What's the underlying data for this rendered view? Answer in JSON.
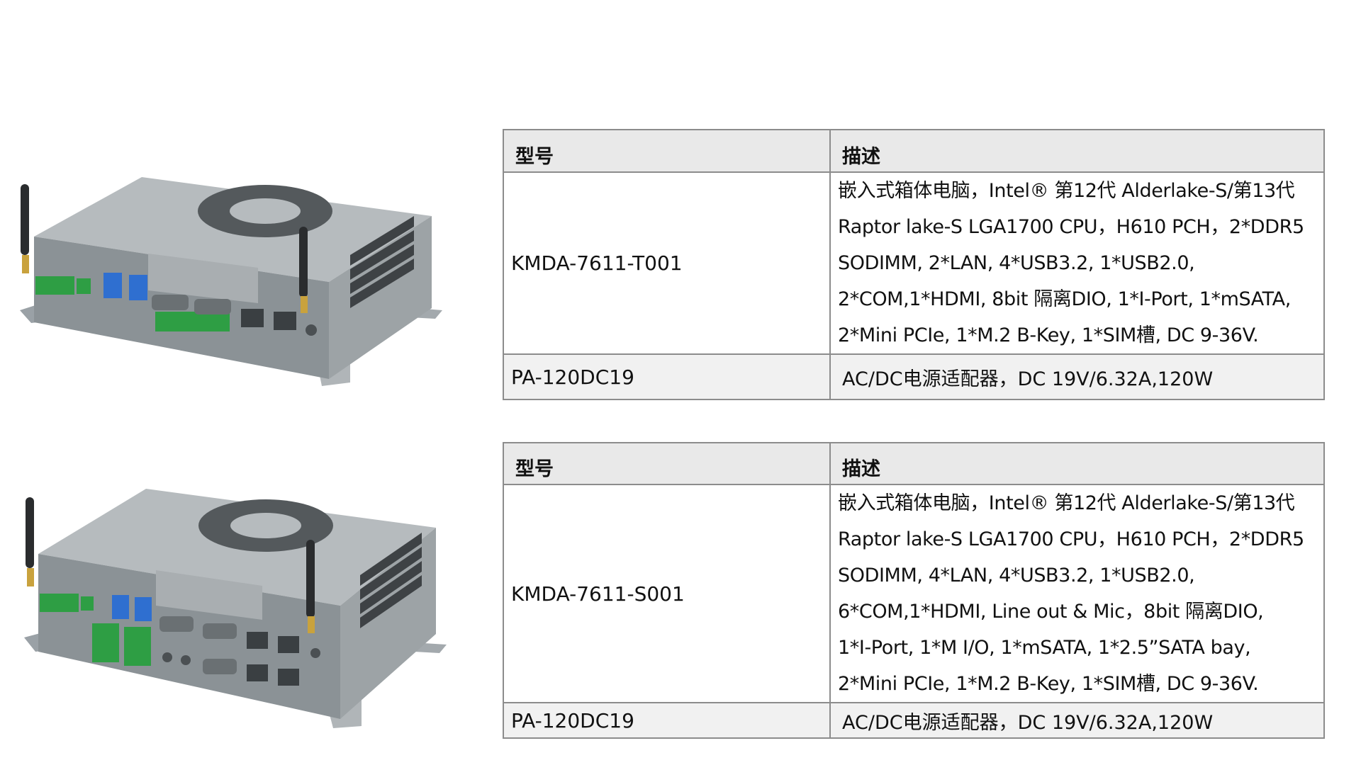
{
  "tables": [
    {
      "header": {
        "model": "型号",
        "description": "描述"
      },
      "rows": [
        {
          "model": "KMDA-7611-T001",
          "description_lines": [
            "嵌入式箱体电脑，Intel® 第12代 Alderlake-S/第13代",
            "Raptor lake-S LGA1700 CPU，H610 PCH，2*DDR5",
            "SODIMM, 2*LAN, 4*USB3.2, 1*USB2.0,",
            "2*COM,1*HDMI, 8bit 隔离DIO, 1*I-Port, 1*mSATA,",
            "2*Mini PCIe, 1*M.2 B-Key, 1*SIM槽, DC 9-36V."
          ]
        },
        {
          "model": "PA-120DC19",
          "description_lines": [
            "AC/DC电源适配器，DC 19V/6.32A,120W"
          ]
        }
      ]
    },
    {
      "header": {
        "model": "型号",
        "description": "描述"
      },
      "rows": [
        {
          "model": "KMDA-7611-S001",
          "description_lines": [
            "嵌入式箱体电脑，Intel® 第12代 Alderlake-S/第13代",
            "Raptor lake-S LGA1700 CPU，H610 PCH，2*DDR5",
            "SODIMM, 4*LAN, 4*USB3.2, 1*USB2.0,",
            "6*COM,1*HDMI, Line out & Mic，8bit 隔离DIO,",
            "1*I-Port, 1*M I/O, 1*mSATA, 1*2.5”SATA bay,",
            "2*Mini PCIe, 1*M.2 B-Key, 1*SIM槽, DC 9-36V."
          ]
        },
        {
          "model": "PA-120DC19",
          "description_lines": [
            "AC/DC电源适配器，DC 19V/6.32A,120W"
          ]
        }
      ]
    }
  ]
}
